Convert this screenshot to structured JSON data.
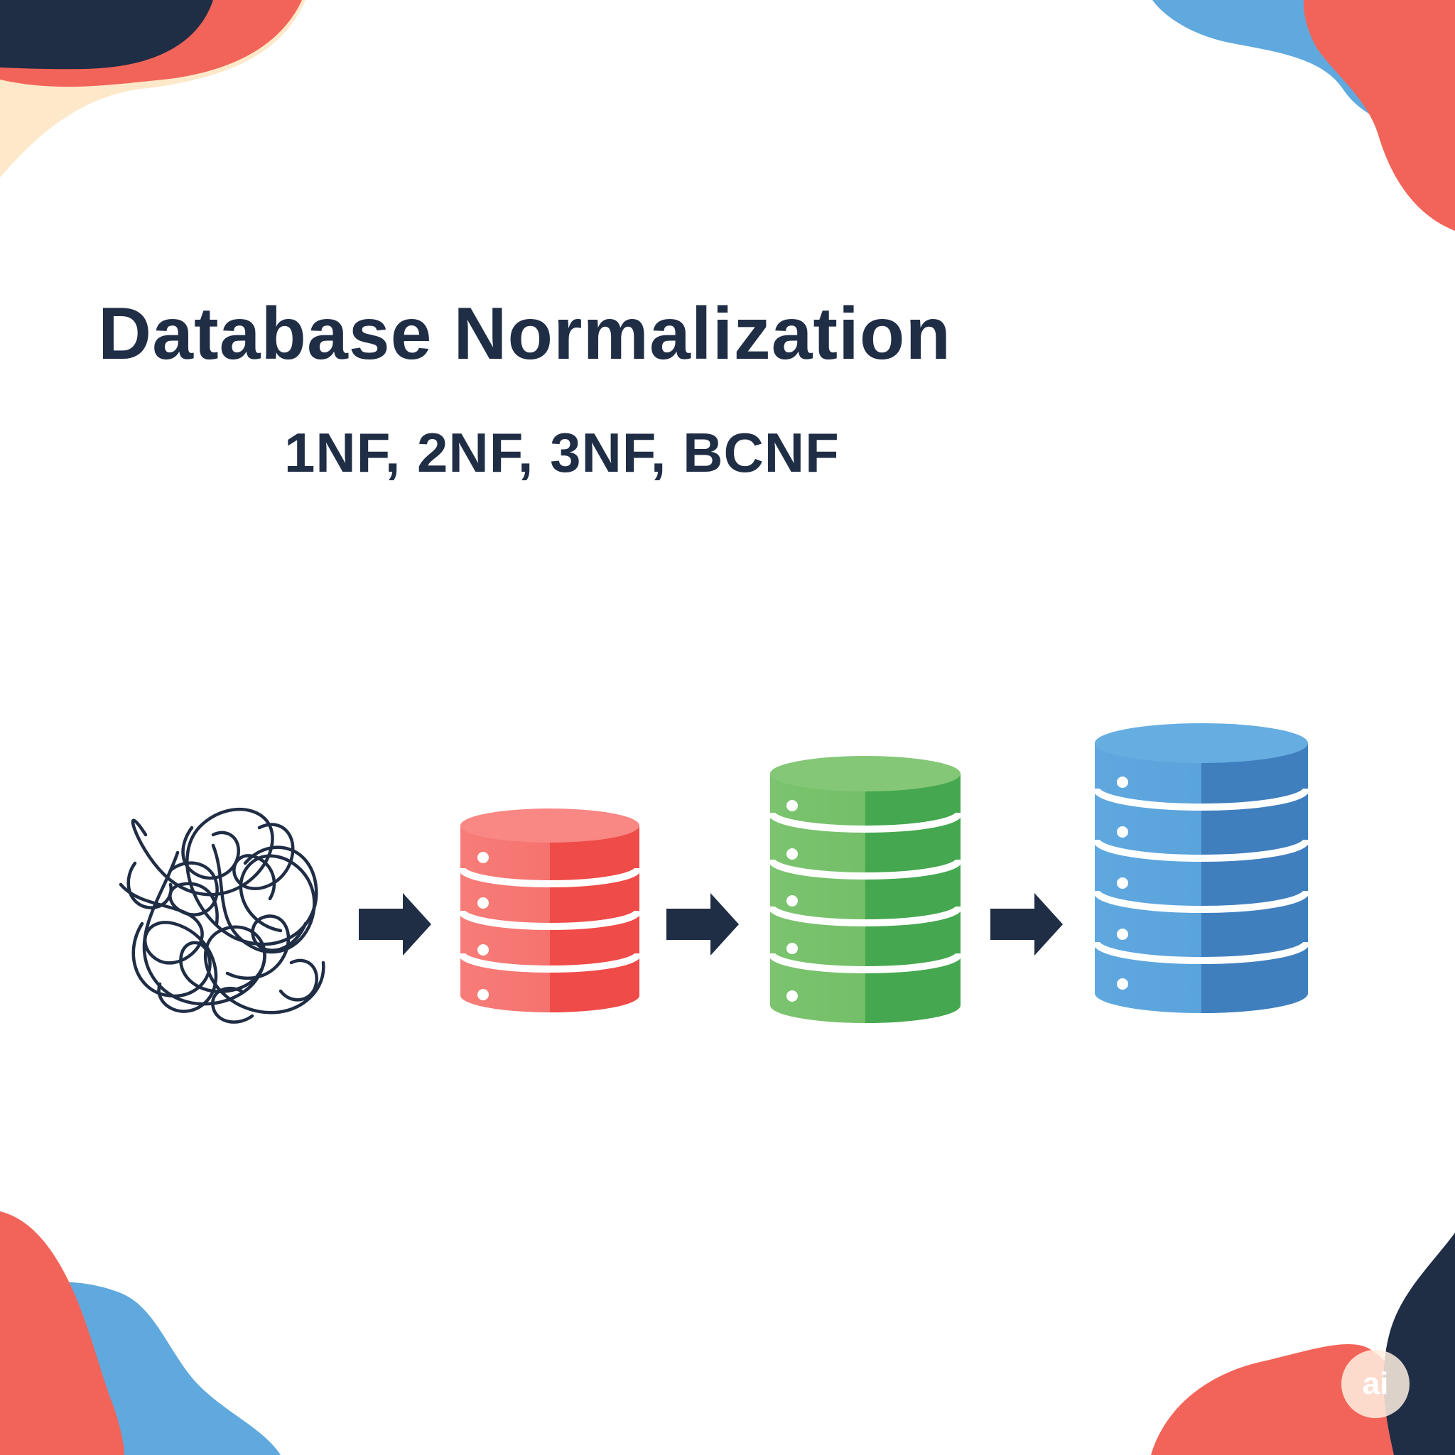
{
  "header": {
    "title": "Database Normalization",
    "subtitle": "1NF, 2NF, 3NF, BCNF"
  },
  "diagram": {
    "flow": [
      {
        "stage": "tangled-data",
        "icon": "tangle-icon"
      },
      {
        "stage": "database",
        "icon": "database-icon",
        "color": "#ef4b48",
        "disks": 4
      },
      {
        "stage": "database",
        "icon": "database-icon",
        "color": "#45a74f",
        "disks": 5
      },
      {
        "stage": "database",
        "icon": "database-icon",
        "color": "#3f82c4",
        "disks": 5
      }
    ],
    "arrow_icon": "right-arrow-icon"
  },
  "colors": {
    "ink": "#1f2d45",
    "red": "#ef4b48",
    "green": "#45a74f",
    "blue": "#3f82c4",
    "coral": "#f26459",
    "sky": "#5fa9de",
    "cream": "#fde9c9"
  },
  "watermark": {
    "text": "ai"
  }
}
